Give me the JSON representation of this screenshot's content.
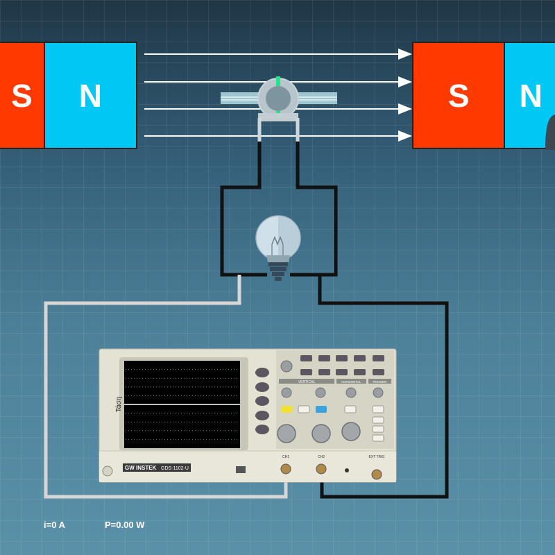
{
  "magnets": {
    "left": {
      "south_label": "S",
      "north_label": "N"
    },
    "right": {
      "south_label": "S",
      "north_label": "N"
    }
  },
  "oscilloscope": {
    "screen_axis_label": "Τάση",
    "brand_label": "GW INSTEK",
    "model_label": "GDS-1102-U",
    "ch1_label": "CH1",
    "ch2_label": "CH2",
    "ext_trig_label": "EXT TRIG",
    "vertical_label": "VERTICAL",
    "horizontal_label": "HORIZONTAL",
    "trigger_label": "TRIGGER"
  },
  "readouts": {
    "current": "i=0 A",
    "power": "P=0.00 W"
  },
  "colors": {
    "south_pole": "#ff3a00",
    "north_pole": "#00c8f5",
    "field_line": "#ffffff",
    "wire_black": "#111111",
    "wire_grey": "#d6d6d6"
  }
}
